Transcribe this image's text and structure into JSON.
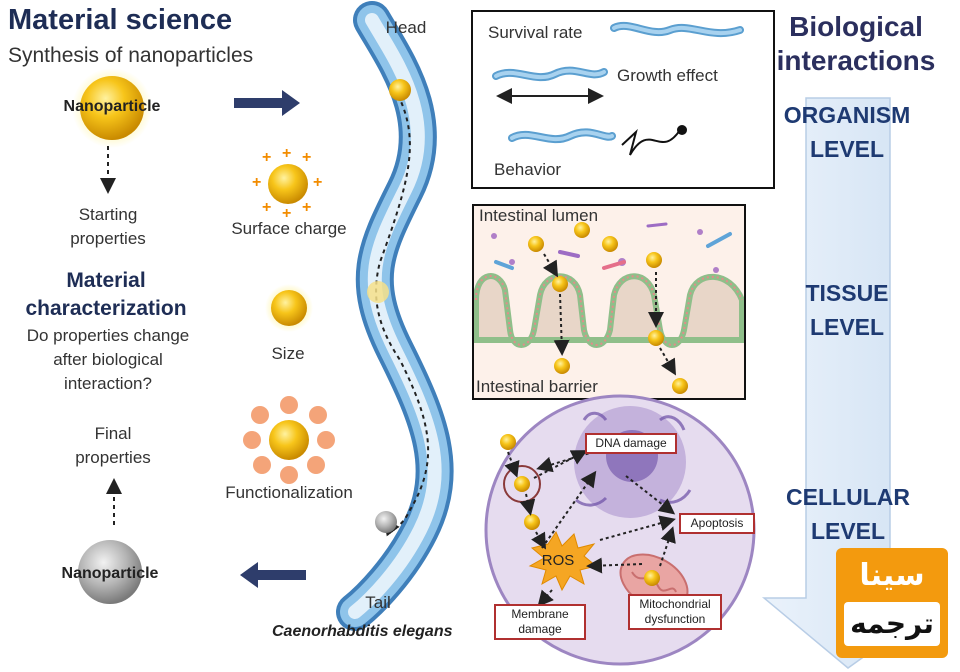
{
  "left": {
    "title": "Material science",
    "subtitle": "Synthesis of nanoparticles",
    "nanoparticle_top": "Nanoparticle",
    "starting_props": "Starting properties",
    "characterization_title": "Material characterization",
    "characterization_question": "Do properties change after biological interaction?",
    "final_props": "Final properties",
    "nanoparticle_bottom": "Nanoparticle"
  },
  "properties": {
    "surface_charge": "Surface charge",
    "size": "Size",
    "functionalization": "Functionalization"
  },
  "worm": {
    "head": "Head",
    "tail": "Tail",
    "species": "Caenorhabditis elegans"
  },
  "organism_box": {
    "survival_rate": "Survival rate",
    "growth_effect": "Growth effect",
    "behavior": "Behavior"
  },
  "tissue_box": {
    "lumen": "Intestinal lumen",
    "barrier": "Intestinal barrier"
  },
  "cell": {
    "dna_damage": "DNA damage",
    "apoptosis": "Apoptosis",
    "ros": "ROS",
    "membrane_damage": "Membrane damage",
    "mito_dysfunction": "Mitochondrial dysfunction"
  },
  "right": {
    "title": "Biological interactions",
    "organism_level": "ORGANISM LEVEL",
    "tissue_level": "TISSUE LEVEL",
    "cellular_level": "CELLULAR LEVEL"
  },
  "logo": {
    "line1": "سینا",
    "line2": "ترجمه"
  },
  "colors": {
    "nanoparticle_gold": "#f2b600",
    "nanoparticle_grey": "#9a9a9a",
    "worm_blue": "#7fb7e0",
    "arrow_navy": "#2e3d6b",
    "level_text": "#1e3a72",
    "logo_orange": "#f39a0e"
  }
}
